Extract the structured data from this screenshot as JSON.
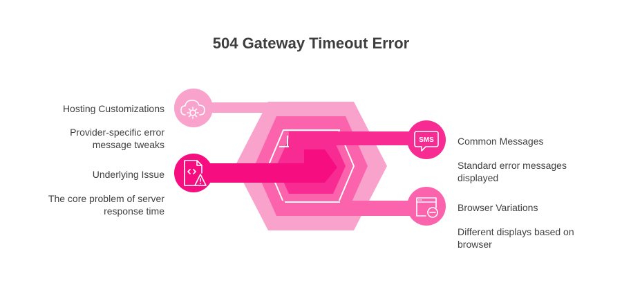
{
  "title": "504 Gateway Timeout Error",
  "left": [
    {
      "heading": "Hosting Customizations",
      "desc": [
        "Provider-specific error",
        "message tweaks"
      ],
      "icon": "cloud-gear-icon"
    },
    {
      "heading": "Underlying Issue",
      "desc": [
        "The core problem of server",
        "response time"
      ],
      "icon": "code-file-warning-icon"
    }
  ],
  "right": [
    {
      "heading": "Common Messages",
      "desc": [
        "Standard error messages",
        "displayed"
      ],
      "icon": "sms-bubble-icon"
    },
    {
      "heading": "Browser Variations",
      "desc": [
        "Different displays based on",
        "browser"
      ],
      "icon": "browser-minus-icon"
    }
  ],
  "colors": {
    "light": "#f9a3cc",
    "medium": "#fb63ad",
    "strong": "#f82b92",
    "deep": "#f60e81",
    "text": "#3f3f3f"
  }
}
